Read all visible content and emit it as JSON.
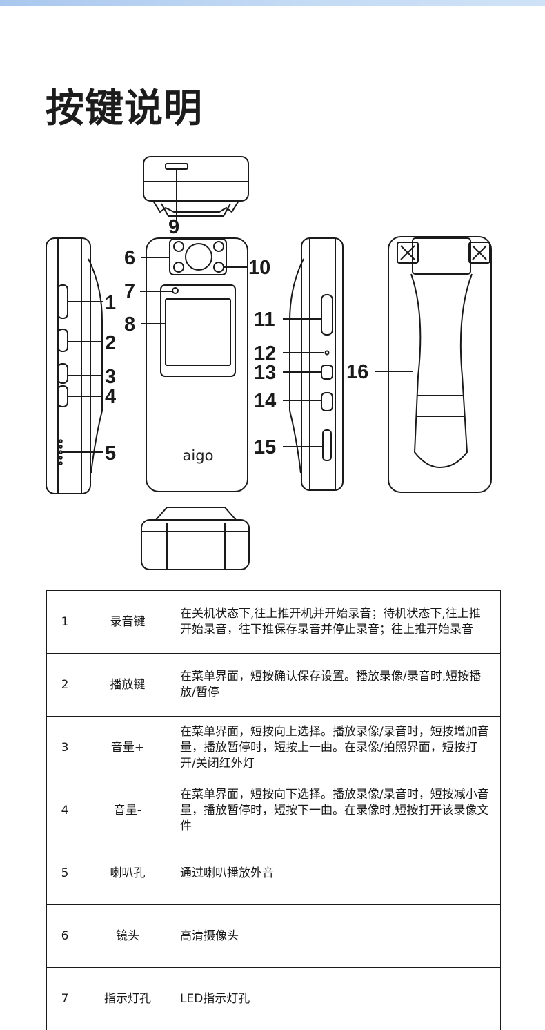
{
  "title": "按键说明",
  "diagram": {
    "logo": "aigo",
    "callouts": [
      "1",
      "2",
      "3",
      "4",
      "5",
      "6",
      "7",
      "8",
      "9",
      "10",
      "11",
      "12",
      "13",
      "14",
      "15",
      "16"
    ]
  },
  "table": {
    "rows": [
      {
        "num": "1",
        "name": "录音键",
        "desc": "在关机状态下,往上推开机并开始录音；待机状态下,往上推开始录音，往下推保存录音并停止录音；往上推开始录音"
      },
      {
        "num": "2",
        "name": "播放键",
        "desc": "在菜单界面，短按确认保存设置。播放录像/录音时,短按播放/暂停"
      },
      {
        "num": "3",
        "name": "音量+",
        "desc": "在菜单界面，短按向上选择。播放录像/录音时，短按增加音量，播放暂停时，短按上一曲。在录像/拍照界面，短按打开/关闭红外灯"
      },
      {
        "num": "4",
        "name": "音量-",
        "desc": "在菜单界面，短按向下选择。播放录像/录音时，短按减小音量，播放暂停时，短按下一曲。在录像时,短按打开该录像文件"
      },
      {
        "num": "5",
        "name": "喇叭孔",
        "desc": "通过喇叭播放外音"
      },
      {
        "num": "6",
        "name": "镜头",
        "desc": "高清摄像头"
      },
      {
        "num": "7",
        "name": "指示灯孔",
        "desc": "LED指示灯孔"
      }
    ]
  }
}
